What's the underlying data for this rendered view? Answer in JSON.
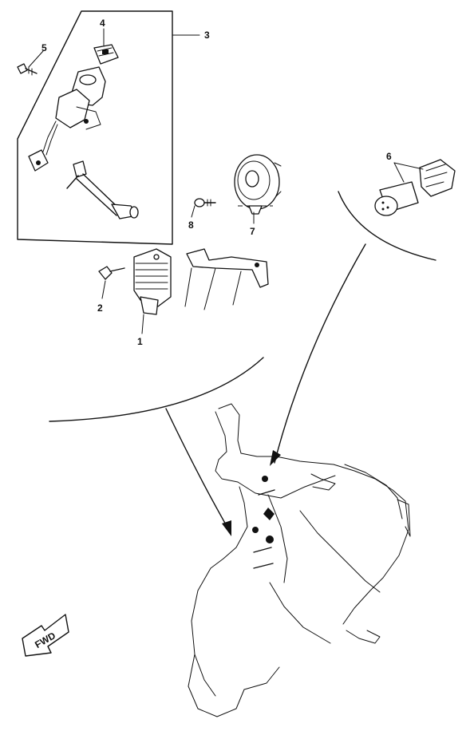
{
  "callouts": {
    "c1": "1",
    "c2": "2",
    "c3": "3",
    "c4": "4",
    "c5": "5",
    "c6": "6",
    "c7": "7",
    "c8": "8"
  },
  "direction_badge": "FWD",
  "icons": [
    "rectifier-regulator",
    "bolt",
    "ignition-switch-assembly",
    "key-cylinder",
    "screw",
    "meter-lamp",
    "horn",
    "scooter-outline",
    "fwd-arrow"
  ]
}
